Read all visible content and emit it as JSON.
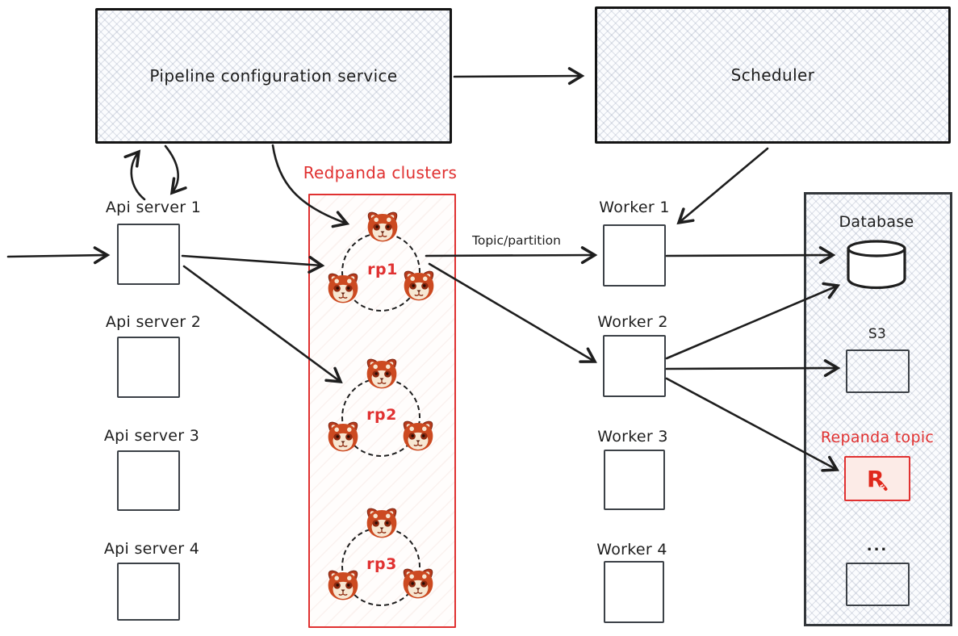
{
  "colors": {
    "ink": "#1e1e1e",
    "accent_red": "#e03131",
    "topic_fill": "#fcebe7",
    "logo_red": "#e0281c"
  },
  "services": {
    "pipeline_config": {
      "label": "Pipeline configuration service"
    },
    "scheduler": {
      "label": "Scheduler"
    }
  },
  "api_servers": [
    {
      "label": "Api server 1"
    },
    {
      "label": "Api server 2"
    },
    {
      "label": "Api server 3"
    },
    {
      "label": "Api server 4"
    }
  ],
  "redpanda": {
    "title": "Redpanda clusters",
    "clusters": [
      {
        "label": "rp1",
        "brokers": 3
      },
      {
        "label": "rp2",
        "brokers": 3
      },
      {
        "label": "rp3",
        "brokers": 3
      }
    ]
  },
  "workers": [
    {
      "label": "Worker 1"
    },
    {
      "label": "Worker 2"
    },
    {
      "label": "Worker 3"
    },
    {
      "label": "Worker 4"
    }
  ],
  "storage": {
    "database": {
      "label": "Database"
    },
    "s3": {
      "label": "S3"
    },
    "redpanda_topic": {
      "label": "Repanda topic",
      "logo_letter": "R"
    },
    "more": {
      "label": "..."
    }
  },
  "edges": {
    "topic_partition_label": "Topic/partition"
  }
}
